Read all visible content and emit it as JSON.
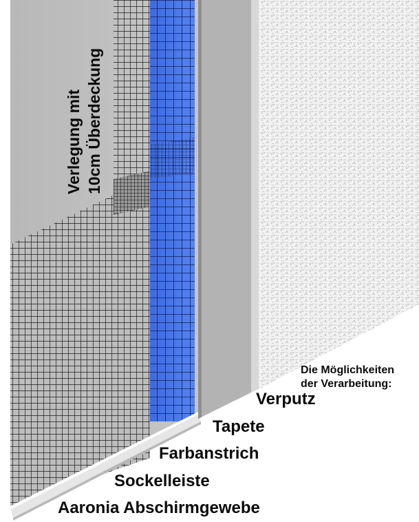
{
  "overlap_label": {
    "line1": "Verlegung mit",
    "line2": "10cm Überdeckung"
  },
  "options_heading": {
    "line1": "Die Möglichkeiten",
    "line2": "der Verarbeitung:"
  },
  "layers": [
    {
      "label": "Verputz"
    },
    {
      "label": "Tapete"
    },
    {
      "label": "Farbanstrich"
    },
    {
      "label": "Sockelleiste"
    },
    {
      "label": "Aaronia Abschirmgewebe"
    }
  ],
  "colors": {
    "wall_gray": "#bdbdbd",
    "mesh_dark": "#1c1c1c",
    "mesh_blue": "#3f6fe0",
    "wallpaper_gray": "#b3b3b3",
    "plaster": "#f2f2f2",
    "skirting": "#e6e6e6"
  }
}
